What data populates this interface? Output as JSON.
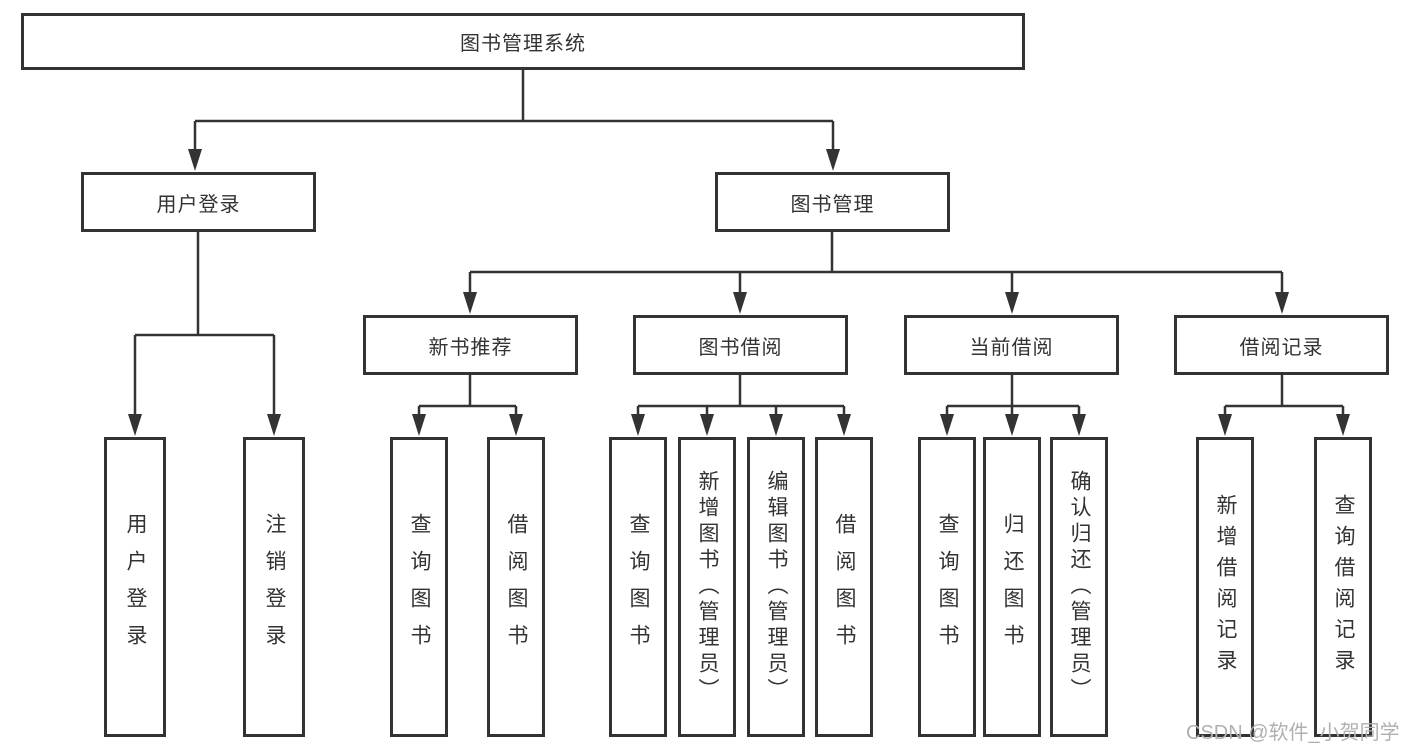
{
  "diagram": {
    "type": "hierarchy-tree",
    "title": "图书管理系统"
  },
  "colors": {
    "line": "#333333",
    "box_border": "#333333",
    "text": "#333333",
    "watermark": "#b0b0b0",
    "background": "#ffffff"
  },
  "nodes": {
    "root": {
      "label": "图书管理系统"
    },
    "level2": [
      {
        "label": "用户登录"
      },
      {
        "label": "图书管理"
      }
    ],
    "level3": [
      {
        "label": "新书推荐"
      },
      {
        "label": "图书借阅"
      },
      {
        "label": "当前借阅"
      },
      {
        "label": "借阅记录"
      }
    ],
    "leaves": [
      {
        "label": "用户登录"
      },
      {
        "label": "注销登录"
      },
      {
        "label": "查询图书"
      },
      {
        "label": "借阅图书"
      },
      {
        "label": "查询图书"
      },
      {
        "label": "新增图书（管理员）"
      },
      {
        "label": "编辑图书（管理员）"
      },
      {
        "label": "借阅图书"
      },
      {
        "label": "查询图书"
      },
      {
        "label": "归还图书"
      },
      {
        "label": "确认归还（管理员）"
      },
      {
        "label": "新增借阅记录"
      },
      {
        "label": "查询借阅记录"
      }
    ]
  },
  "watermark": {
    "text": "CSDN @软件_小贺同学"
  }
}
